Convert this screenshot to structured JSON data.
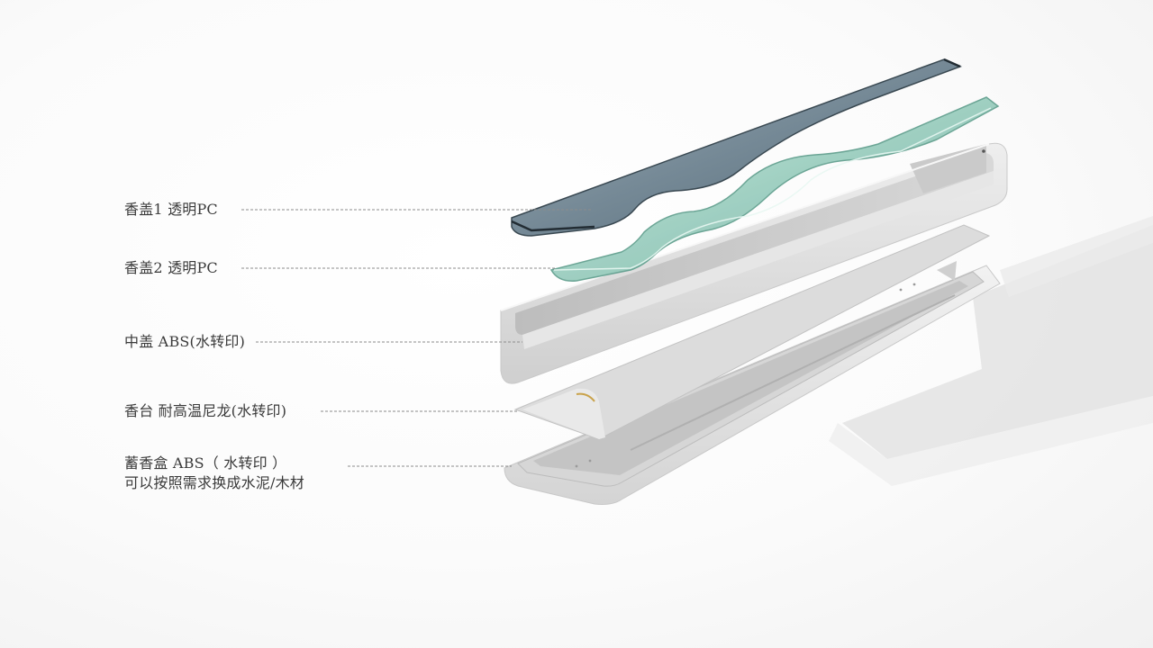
{
  "labels": {
    "cover1": "香盖1 透明PC",
    "cover2": "香盖2 透明PC",
    "middle_cover": "中盖 ABS(水转印)",
    "incense_stand": "香台 耐高温尼龙(水转印)",
    "storage_box_line1": "蓄香盒 ABS（ 水转印 ）",
    "storage_box_line2": "可以按照需求换成水泥/木材"
  },
  "colors": {
    "label_text": "#3a3a3a",
    "leader_line": "#8c8c8c",
    "cover1_tint": "#5f7684",
    "cover2_tint": "#8fc2b4",
    "concrete": "#d9d9d9",
    "shadow": "#e2e2e2"
  }
}
